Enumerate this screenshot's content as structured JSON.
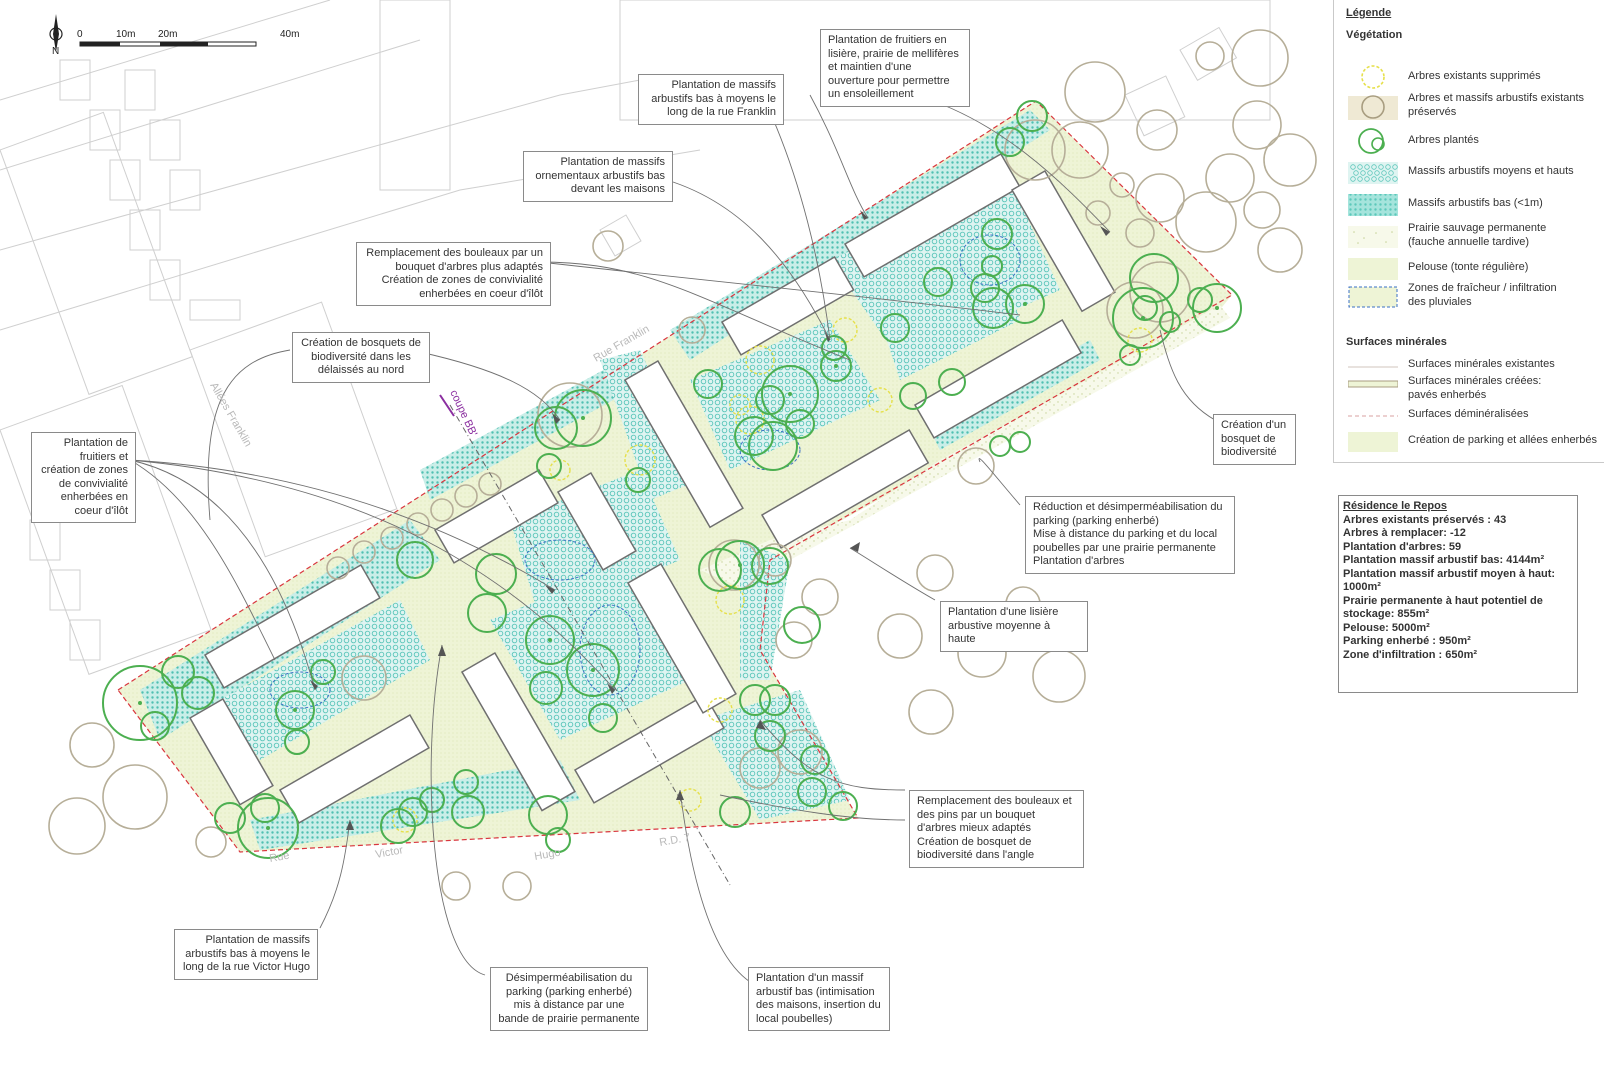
{
  "scale": {
    "labels": [
      "0",
      "10m",
      "20m",
      "40m"
    ],
    "north": "N"
  },
  "streets": {
    "franklin": "Rue Franklin",
    "allees_franklin": "Allées Franklin",
    "coupe": "coupe BB'",
    "rue": "Rue",
    "victor": "Victor",
    "hugo": "Hugo",
    "rdd": "R.D. 7"
  },
  "callouts": {
    "fruitiers_lisiere": [
      "Plantation de fruitiers en",
      "lisière, prairie de mellifères",
      "et maintien d'une",
      "ouverture pour permettre",
      "un ensoleillement"
    ],
    "massifs_franklin": [
      "Plantation de massifs",
      "arbustifs bas à moyens le",
      "long de la rue Franklin"
    ],
    "massifs_ornementaux": [
      "Plantation de massifs",
      "ornementaux arbustifs bas",
      "devant les maisons"
    ],
    "bouleaux": [
      "Remplacement des bouleaux par un",
      "bouquet d'arbres plus adaptés",
      "Création de zones de convivialité",
      "enherbées en coeur d'îlôt"
    ],
    "bosquets_nord": [
      "Création de bosquets de",
      "biodiversité dans les",
      "délaissés au nord"
    ],
    "fruitiers_convivialite": [
      "Plantation de",
      "fruitiers et",
      "création de zones",
      "de convivialité",
      "enherbées en",
      "coeur d'îlôt"
    ],
    "bosquet_biodiv": [
      "Création d'un",
      "bosquet de",
      "biodiversité"
    ],
    "reduction_parking": [
      "Réduction et désimperméabilisation du",
      "parking (parking enherbé)",
      "Mise à distance du parking et du local",
      "poubelles par une prairie permanente",
      "Plantation d'arbres"
    ],
    "lisiere_arbustive": [
      "Plantation d'une lisière",
      "arbustive moyenne à haute"
    ],
    "bouleaux_pins": [
      "Remplacement des bouleaux et",
      "des pins par un bouquet",
      "d'arbres mieux adaptés",
      "Création de bosquet de",
      "biodiversité dans l'angle"
    ],
    "massifs_victor_hugo": [
      "Plantation de massifs",
      "arbustifs bas à moyens le",
      "long de la rue Victor Hugo"
    ],
    "desimper_parking": [
      "Désimperméabilisation du",
      "parking (parking enherbé)",
      "mis à distance par une",
      "bande de prairie permanente"
    ],
    "massif_poubelles": [
      "Plantation d'un massif",
      "arbustif bas (intimisation",
      "des maisons, insertion du",
      "local poubelles)"
    ]
  },
  "legend": {
    "title": "Légende",
    "vegetation_title": "Végétation",
    "items": [
      {
        "label": [
          "Arbres existants supprimés"
        ]
      },
      {
        "label": [
          "Arbres et massifs arbustifs existants",
          "préservés"
        ]
      },
      {
        "label": [
          "Arbres plantés"
        ]
      },
      {
        "label": [
          "Massifs arbustifs moyens et hauts"
        ]
      },
      {
        "label": [
          "Massifs arbustifs bas (<1m)"
        ]
      },
      {
        "label": [
          "Prairie sauvage permanente",
          "(fauche annuelle tardive)"
        ]
      },
      {
        "label": [
          "Pelouse (tonte régulière)"
        ]
      },
      {
        "label": [
          "Zones de fraîcheur / infiltration",
          "des pluviales"
        ]
      }
    ],
    "minerales_title": "Surfaces minérales",
    "minerales_items": [
      {
        "label": [
          "Surfaces minérales existantes"
        ]
      },
      {
        "label": [
          "Surfaces minérales créées:",
          "pavés enherbés"
        ]
      },
      {
        "label": [
          "Surfaces déminéralisées"
        ]
      },
      {
        "label": [
          "Création de parking et allées enherbés"
        ]
      }
    ]
  },
  "stats": {
    "title": "Résidence le Repos",
    "lines": [
      "Arbres existants préservés : 43",
      "Arbres à remplacer: -12",
      "Plantation d'arbres: 59",
      "Plantation massif arbustif bas: 4144m²",
      "Plantation massif arbustif moyen à haut:",
      "1000m²",
      "Prairie permanente à haut potentiel de",
      "stockage: 855m²",
      "Pelouse: 5000m²",
      "Parking enherbé : 950m²",
      "Zone d'infiltration : 650m²"
    ]
  },
  "colors": {
    "planted_tree": "#4caf50",
    "existing_tree": "#a89d80",
    "removed_tree": "#e6e04a",
    "low_shrub": "#6fd6c9",
    "boundary": "#d9363e"
  }
}
